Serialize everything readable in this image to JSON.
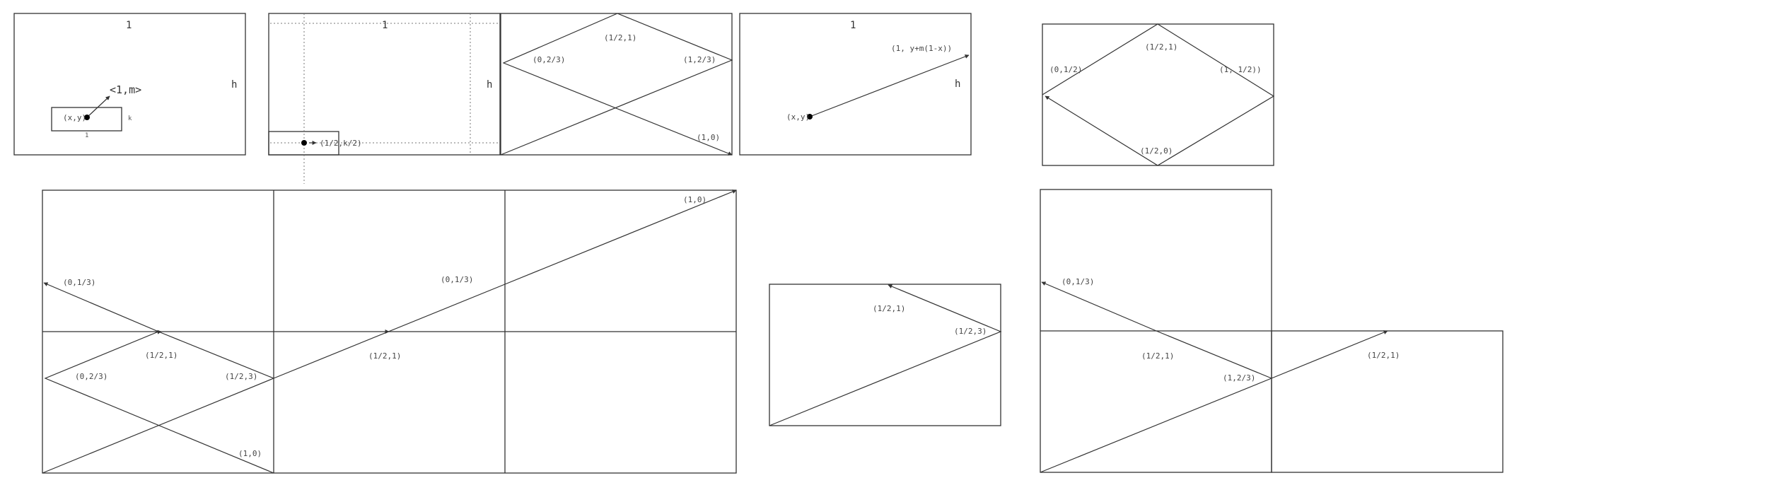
{
  "panel1": {
    "width_label": "1",
    "height_label": "h",
    "direction_label": "<1,m>",
    "point_label": "(x,y)",
    "small_width_label": "1",
    "small_height_label": "k"
  },
  "panel2": {
    "width_label": "1",
    "height_label": "h",
    "point_label": "(1/2,k/2)"
  },
  "panel3": {
    "labels": [
      "(1/2,1)",
      "(0,2/3)",
      "(1,2/3)",
      "(1,0)"
    ]
  },
  "panel4": {
    "width_label": "1",
    "height_label": "h",
    "start_label": "(x,y)",
    "end_label": "(1, y+m(1-x))"
  },
  "panel5": {
    "labels": [
      "(1/2,1)",
      "(0,1/2)",
      "(1, 1/2))",
      "(1/2,0)"
    ]
  },
  "panel6": {
    "labels": [
      "(1,0)",
      "(0,1/3)",
      "(0,1/3)",
      "(1/2,1)",
      "(0,2/3)",
      "(1/2,3)",
      "(1/2,1)",
      "(1,0)"
    ]
  },
  "panel7": {
    "labels": [
      "(1/2,1)",
      "(1/2,3)"
    ]
  },
  "panel8": {
    "labels": [
      "(0,1/3)",
      "(1/2,1)",
      "(1,2/3)",
      "(1/2,1)"
    ]
  }
}
